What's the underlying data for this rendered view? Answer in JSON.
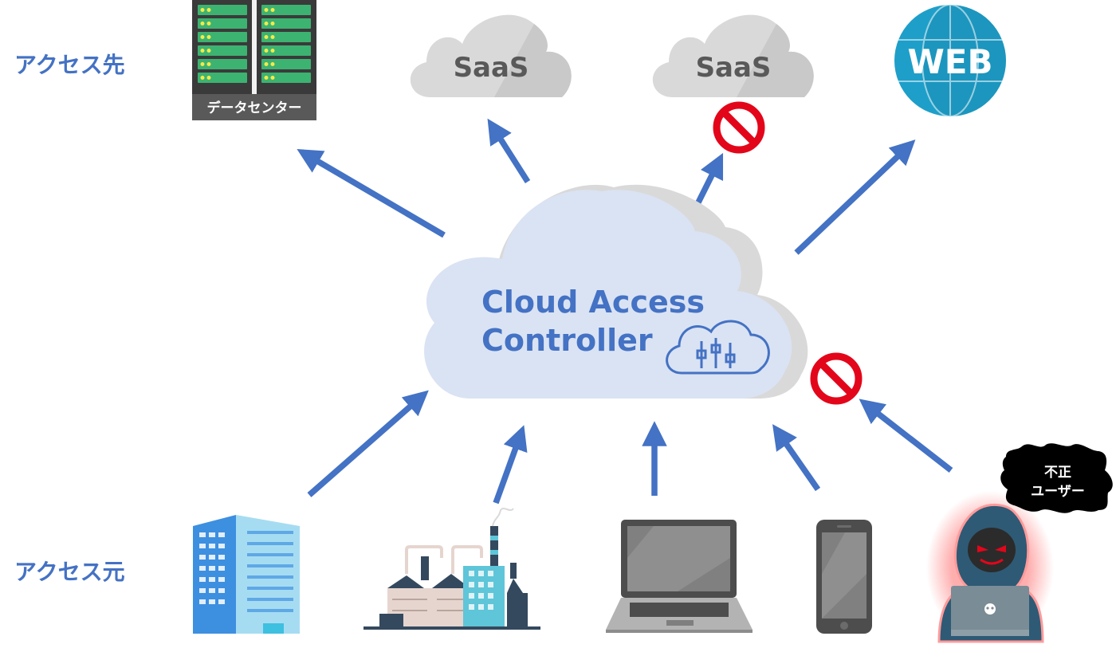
{
  "labels": {
    "destinations": "アクセス先",
    "sources": "アクセス元"
  },
  "center": {
    "line1": "Cloud Access",
    "line2": "Controller",
    "icon": "cloud-sliders-icon"
  },
  "destinations": [
    {
      "label": "データセンター",
      "icon": "server-rack-icon",
      "blocked": false
    },
    {
      "label": "SaaS",
      "icon": "cloud-icon",
      "blocked": false
    },
    {
      "label": "SaaS",
      "icon": "cloud-icon",
      "blocked": true
    },
    {
      "label": "WEB",
      "icon": "globe-icon",
      "blocked": false
    }
  ],
  "sources": [
    {
      "icon": "office-building-icon"
    },
    {
      "icon": "factory-icon"
    },
    {
      "icon": "laptop-icon"
    },
    {
      "icon": "smartphone-icon"
    },
    {
      "icon": "hacker-icon",
      "badge_line1": "不正",
      "badge_line2": "ユーザー",
      "blocked": true
    }
  ],
  "colors": {
    "arrow": "#4472c4",
    "label": "#4472c4",
    "center_cloud": "#dae3f3",
    "center_shadow": "#d9d9d9",
    "blocked": "#e3061a",
    "saas_cloud": "#d9d9d9",
    "globe": "#1e9fc9"
  }
}
